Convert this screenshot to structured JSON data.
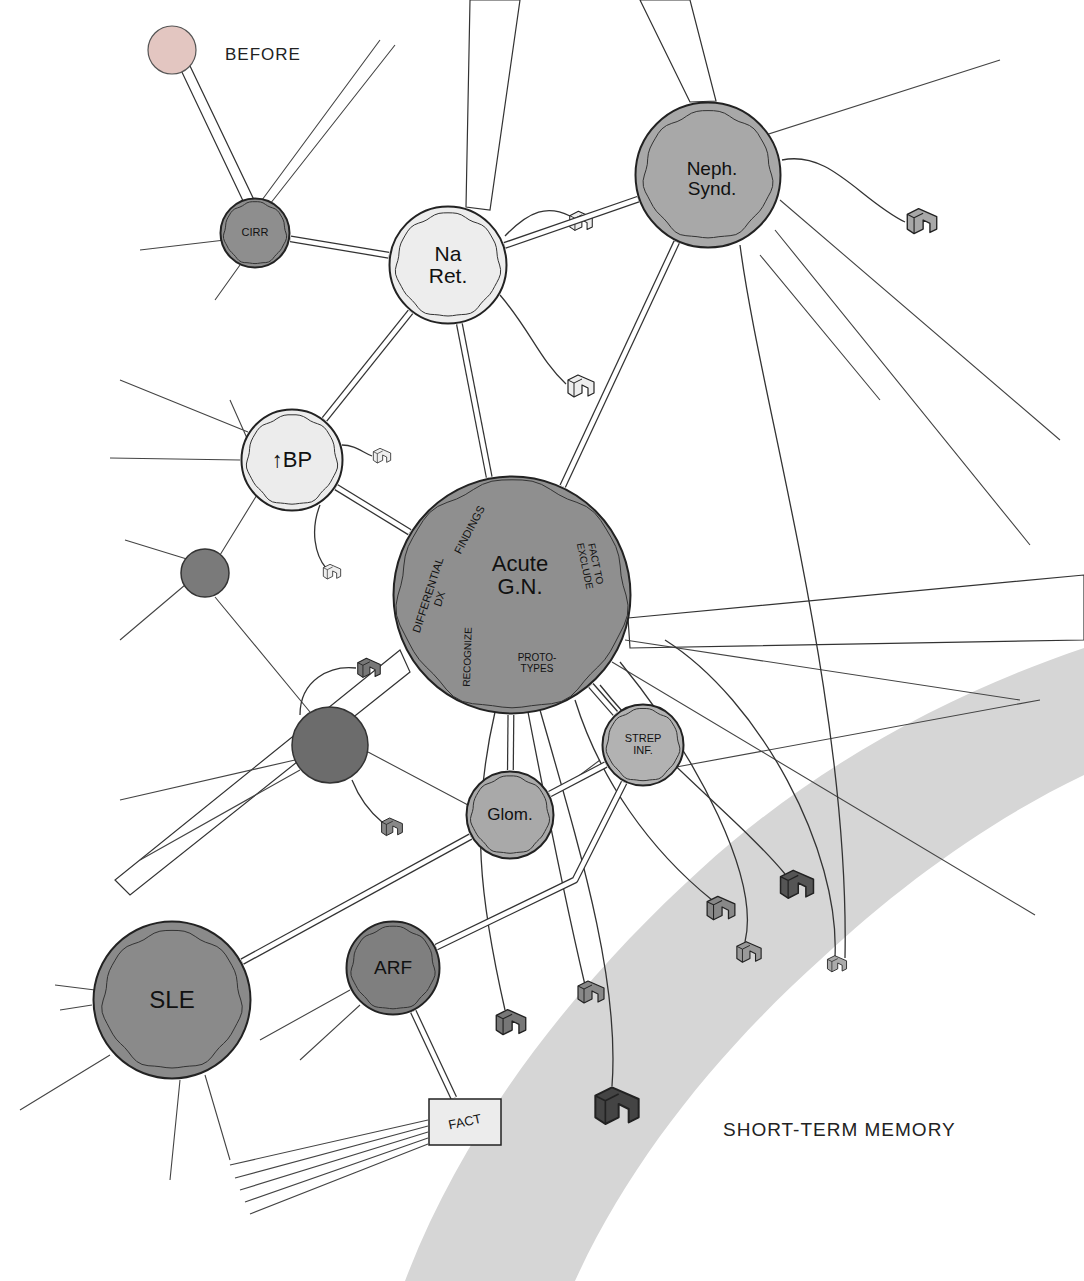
{
  "diagram": {
    "nodes": [
      {
        "text": [
          "CIRR"
        ]
      },
      {
        "text": [
          "Na Ret."
        ]
      },
      {
        "text": [
          "Neph. Synd."
        ]
      },
      {
        "text": [
          "↑BP"
        ]
      },
      {
        "text": [
          "Acute G.N.",
          "FINDINGS",
          "DIFFERENTIAL DX",
          "RECOGNIZE",
          "PROTO-TYPES",
          "FACT TO EXCLUDE"
        ]
      },
      {
        "text": [
          "STREP INF."
        ]
      },
      {
        "text": [
          "Glom."
        ]
      },
      {
        "text": [
          "SLE"
        ]
      },
      {
        "text": [
          "ARF"
        ]
      },
      {
        "text": [
          "FACT"
        ]
      }
    ],
    "edges": [
      {
        "from": 0,
        "to": 1,
        "arrow": "none"
      },
      {
        "from": 1,
        "to": 2,
        "arrow": "none"
      },
      {
        "from": 1,
        "to": 3,
        "arrow": "none"
      },
      {
        "from": 1,
        "to": 4,
        "arrow": "none"
      },
      {
        "from": 2,
        "to": 4,
        "arrow": "none"
      },
      {
        "from": 3,
        "to": 4,
        "arrow": "none"
      },
      {
        "from": 4,
        "to": 6,
        "arrow": "none"
      },
      {
        "from": 4,
        "to": 5,
        "arrow": "none"
      },
      {
        "from": 6,
        "to": 5,
        "arrow": "none"
      },
      {
        "from": 6,
        "to": 7,
        "arrow": "none"
      },
      {
        "from": 5,
        "to": 8,
        "arrow": "none"
      },
      {
        "from": 8,
        "to": 9,
        "arrow": "none"
      }
    ],
    "labels": [
      "BEFORE",
      "SHORT-TERM MEMORY"
    ]
  }
}
